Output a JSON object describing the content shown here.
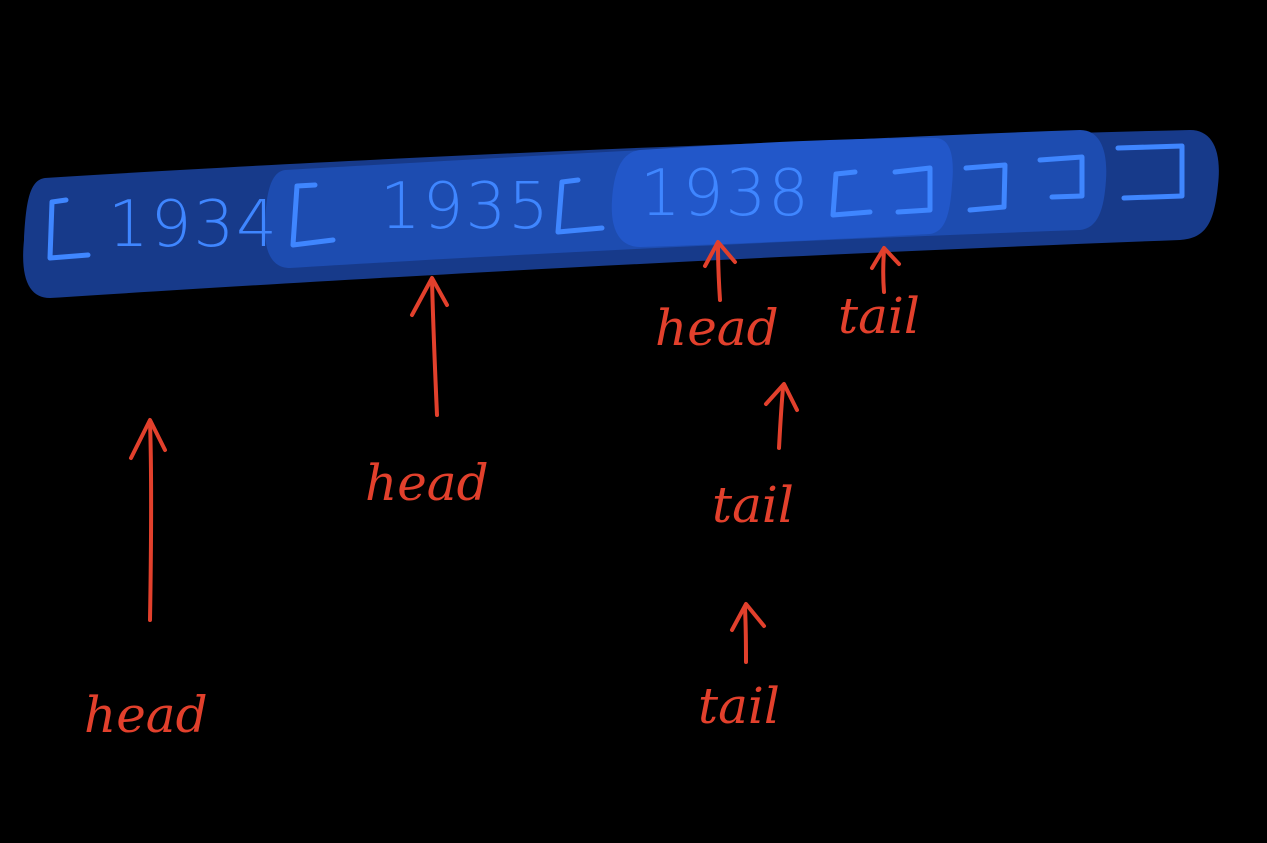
{
  "colors": {
    "background": "#000000",
    "band_outer": "#173a8a",
    "band_middle": "#1d4cb0",
    "band_inner": "#2257c9",
    "ink_blue": "#3f86ff",
    "ink_red": "#e2402c"
  },
  "list": {
    "values": [
      "1934",
      "1935",
      "1938"
    ]
  },
  "annotations": {
    "labels": [
      "head",
      "head",
      "head",
      "tail",
      "tail",
      "tail"
    ]
  }
}
